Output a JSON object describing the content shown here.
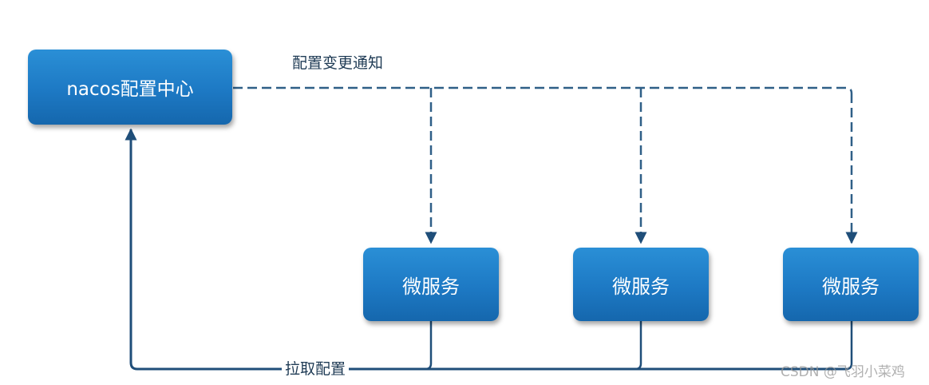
{
  "nodes": {
    "config_center": "nacos配置中心",
    "services": [
      "微服务",
      "微服务",
      "微服务"
    ]
  },
  "edges": {
    "notify_label": "配置变更通知",
    "pull_label": "拉取配置"
  },
  "watermark": "CSDN @飞羽小菜鸡",
  "colors": {
    "node_fill": "#1d79c4",
    "line": "#1f4e79"
  }
}
